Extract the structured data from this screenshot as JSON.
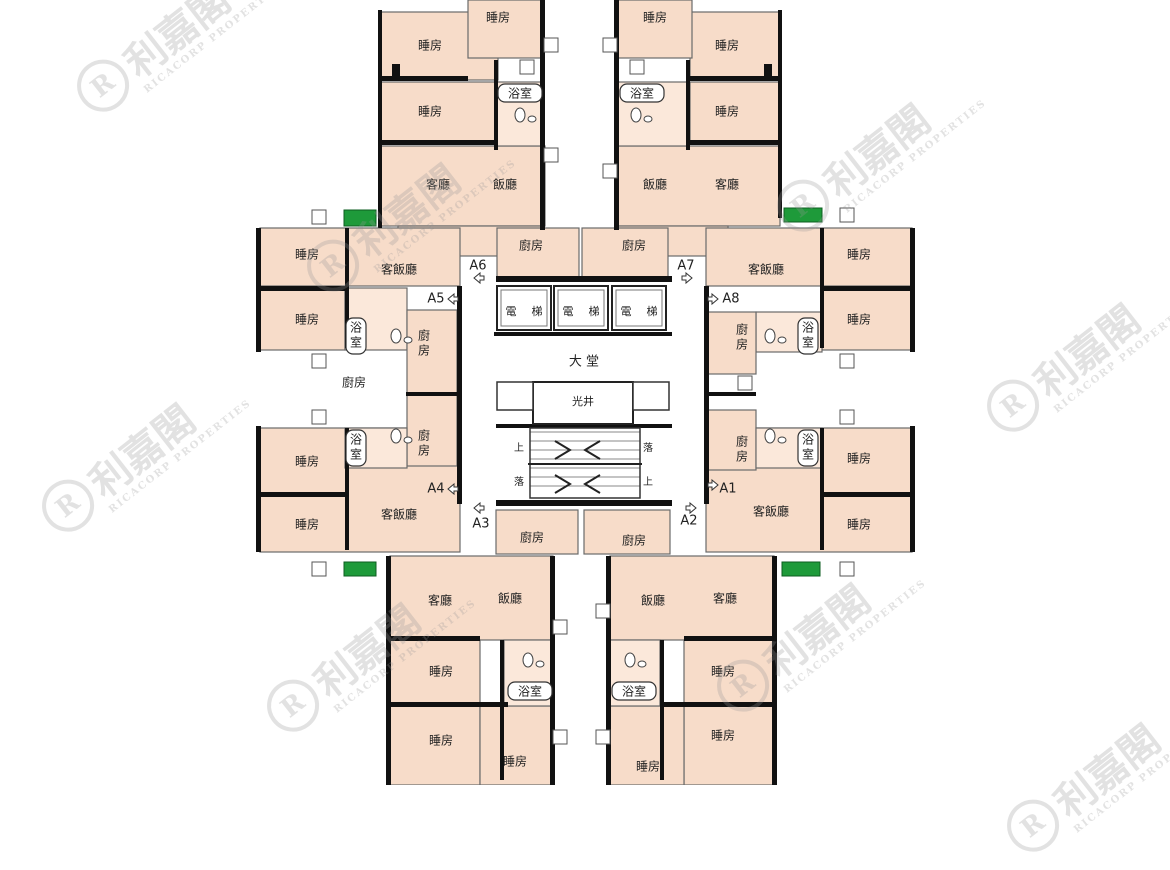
{
  "colors": {
    "room_fill": "#f7dcc9",
    "room_fill_light": "#fbe8da",
    "wall": "#111111",
    "thin_wall": "#6a6a6a",
    "balcony": "#1e9a3a",
    "common_area": "#ffffff"
  },
  "labels": {
    "bedroom": "睡房",
    "bathroom": "浴室",
    "living": "客廳",
    "dining": "飯廳",
    "living_dining": "客飯廳",
    "kitchen": "廚房",
    "kitchen_vertical": [
      "廚",
      "房"
    ],
    "bathroom_vertical": [
      "浴",
      "室"
    ],
    "lift": [
      "電",
      "梯"
    ],
    "lobby": "大 堂",
    "light_well": "光井",
    "stairs_up": "上",
    "stairs_down": "落"
  },
  "units": {
    "a1": "A1",
    "a2": "A2",
    "a3": "A3",
    "a4": "A4",
    "a5": "A5",
    "a6": "A6",
    "a7": "A7",
    "a8": "A8"
  },
  "watermark": {
    "chinese": "利嘉閣",
    "english": "RICACORP PROPERTIES",
    "logo_letter": "R"
  }
}
